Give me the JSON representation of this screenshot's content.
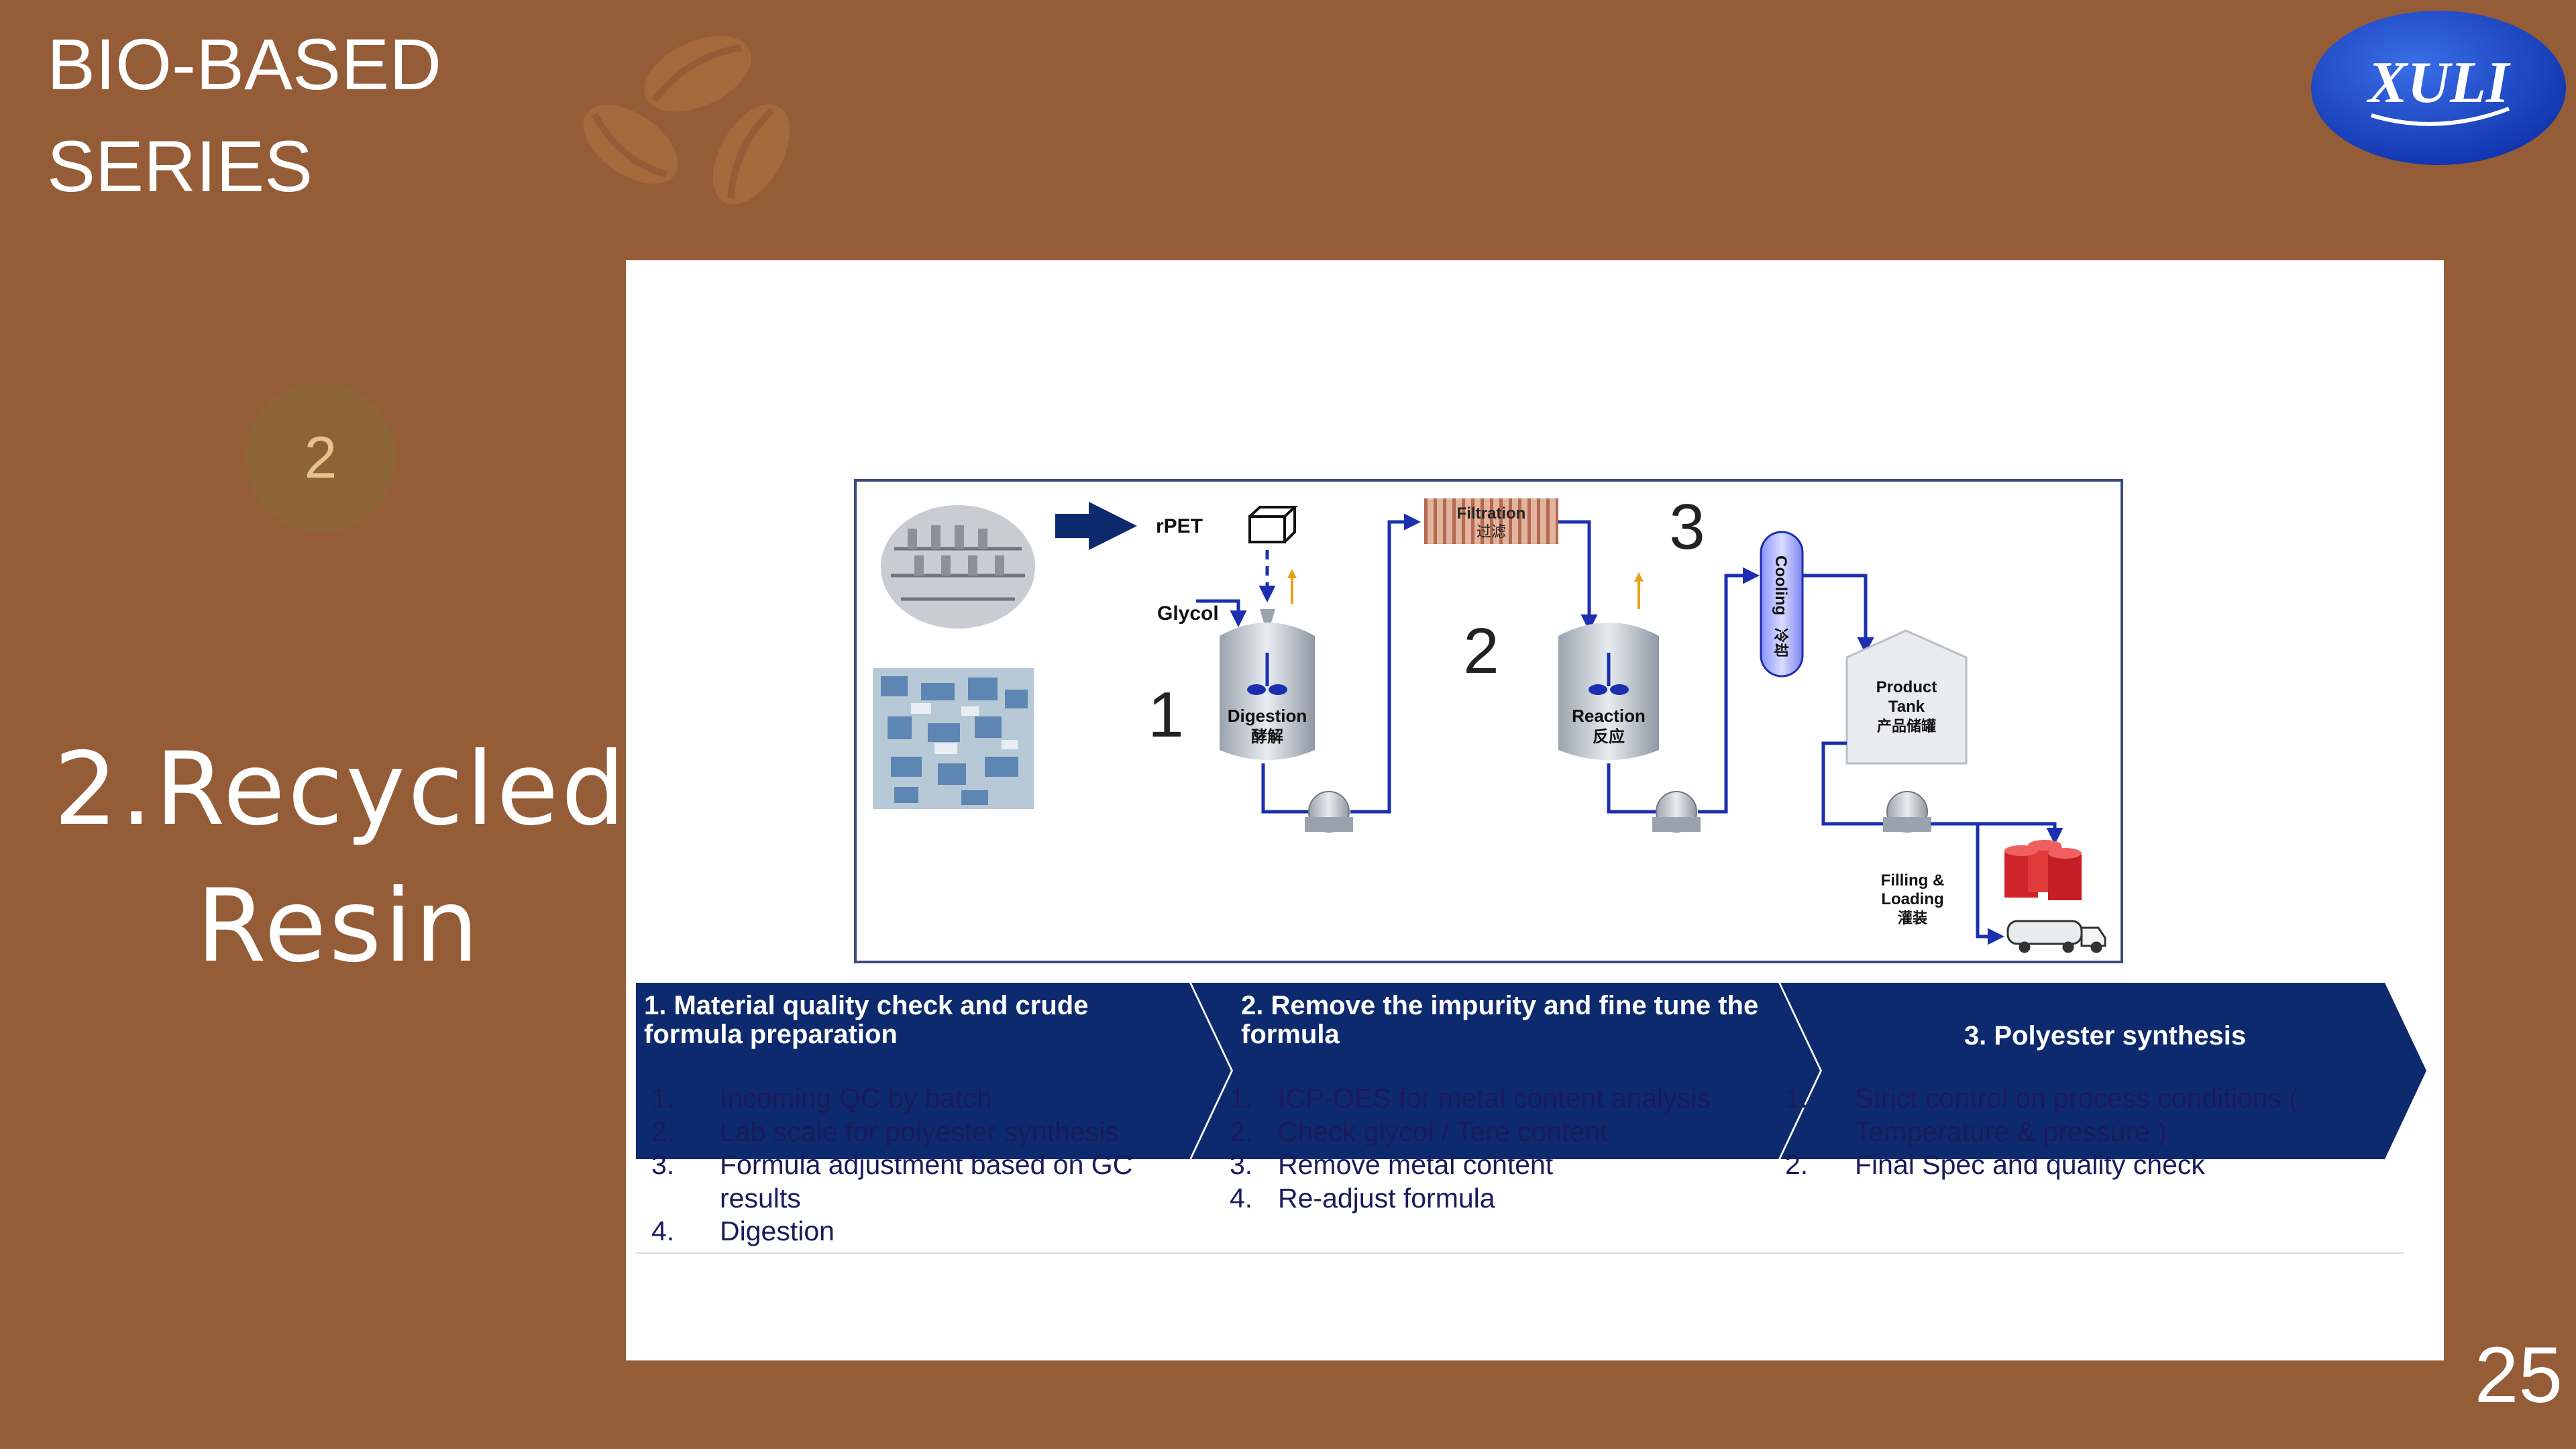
{
  "header": {
    "series_title": "BIO-BASED\nSERIES",
    "logo_text": "XULI"
  },
  "section": {
    "number": "2",
    "title": "2.Recycled\nResin"
  },
  "page_number": "25",
  "colors": {
    "background": "#955c38",
    "badge": "#8c6438",
    "navy": "#0e2a6e",
    "arrow_blue": "#1b2fb0",
    "drum_red": "#d0242b"
  },
  "process": {
    "labels": {
      "rpet": "rPET",
      "glycol": "Glycol",
      "filtration_en": "Filtration",
      "filtration_cn": "过滤",
      "cooling_en": "Cooling",
      "cooling_cn": "冷却",
      "digestion_en": "Digestion",
      "digestion_cn": "酵解",
      "reaction_en": "Reaction",
      "reaction_cn": "反应",
      "product_tank_1": "Product",
      "product_tank_2": "Tank",
      "product_tank_cn": "产品储罐",
      "filling_1": "Filling &",
      "filling_2": "Loading",
      "filling_cn": "灌装"
    },
    "step_numbers": [
      "1",
      "2",
      "3"
    ]
  },
  "stages": [
    {
      "header": "1. Material quality check and crude formula preparation",
      "items": [
        {
          "n": "1.",
          "text": "Incoming QC by batch"
        },
        {
          "n": "2.",
          "text": "Lab scale for polyester synthesis"
        },
        {
          "n": "3.",
          "text": "Formula adjustment based on GC results"
        },
        {
          "n": "4.",
          "text": "Digestion"
        }
      ]
    },
    {
      "header": "2. Remove the impurity and fine tune the formula",
      "items": [
        {
          "n": "1.",
          "text": "ICP-OES for metal content analysis"
        },
        {
          "n": "2.",
          "text": "Check glycol / Tere content"
        },
        {
          "n": "3.",
          "text": "Remove metal content"
        },
        {
          "n": "4.",
          "text": "Re-adjust formula"
        }
      ]
    },
    {
      "header": "3. Polyester synthesis",
      "items": [
        {
          "n": "1.",
          "text": "Strict control on process conditions ( Temperature & pressure )"
        },
        {
          "n": "2.",
          "text": "Final Spec and quality check"
        }
      ]
    }
  ]
}
